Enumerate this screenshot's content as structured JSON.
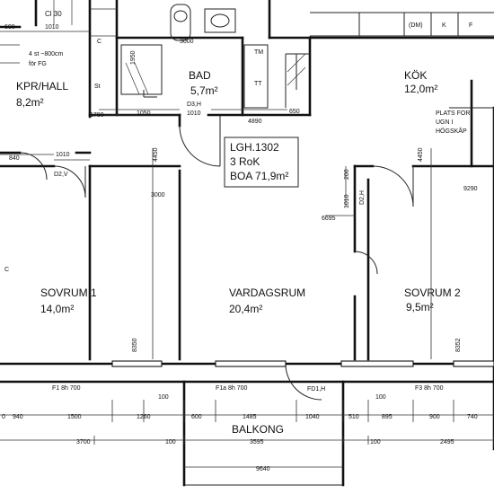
{
  "rooms": {
    "hall": {
      "name": "KPR/HALL",
      "area": "8,2m²"
    },
    "bad": {
      "name": "BAD",
      "area": "5,7m²"
    },
    "kok": {
      "name": "KÖK",
      "area": "12,0m²"
    },
    "sovrum1": {
      "name": "SOVRUM 1",
      "area": "14,0m²"
    },
    "vardagsrum": {
      "name": "VARDAGSRUM",
      "area": "20,4m²"
    },
    "sovrum2": {
      "name": "SOVRUM 2",
      "area": "9,5m²"
    },
    "balkong": {
      "name": "BALKONG"
    }
  },
  "apartment": {
    "id": "LGH.1302",
    "rooms": "3 RoK",
    "boa": "BOA 71,9m²"
  },
  "notes": {
    "cl": "Cl 30",
    "closet": "4 st ~800cm",
    "closet2": "för FG",
    "kitchen_line1": "PLATS FOR",
    "kitchen_line2": "UGN I",
    "kitchen_line3": "HÖGSKÅP",
    "dm": "(DM)",
    "k": "K",
    "f": "F",
    "tm": "TM",
    "tt": "TT",
    "d3h": "D3,H",
    "d2v": "D2,V",
    "d2h": "D2,H",
    "fd1h": "FD1,H",
    "f1": "F1  8h 700",
    "f1a": "F1a  8h 700",
    "f3": "F3  8h 700",
    "st": "St",
    "c1": "C",
    "c2": "C"
  },
  "dimensions": {
    "d600": "600",
    "d1010a": "1010",
    "d3000a": "3000",
    "d1950": "1950",
    "d1790": "1790",
    "d1050": "1050",
    "d1010b": "1010",
    "d4890": "4890",
    "d650": "650",
    "d840": "840",
    "d1010c": "1010",
    "d4450a": "4450",
    "d3000b": "3000",
    "d4450b": "4450",
    "d9290": "9290",
    "d1010v": "1010",
    "d200": "200",
    "d6695": "6695",
    "d8350a": "8350",
    "d8352": "8352",
    "b940": "940",
    "b1500": "1500",
    "b1260": "1260",
    "b100a": "100",
    "b600": "600",
    "b1485": "1485",
    "b1040": "1040",
    "b510": "510",
    "b895": "895",
    "b900": "900",
    "b740": "740",
    "b0": "0",
    "b100b": "100",
    "b3700": "3700",
    "b100c": "100",
    "b3595": "3595",
    "b100d": "100",
    "b2495": "2495",
    "b9640": "9640"
  }
}
